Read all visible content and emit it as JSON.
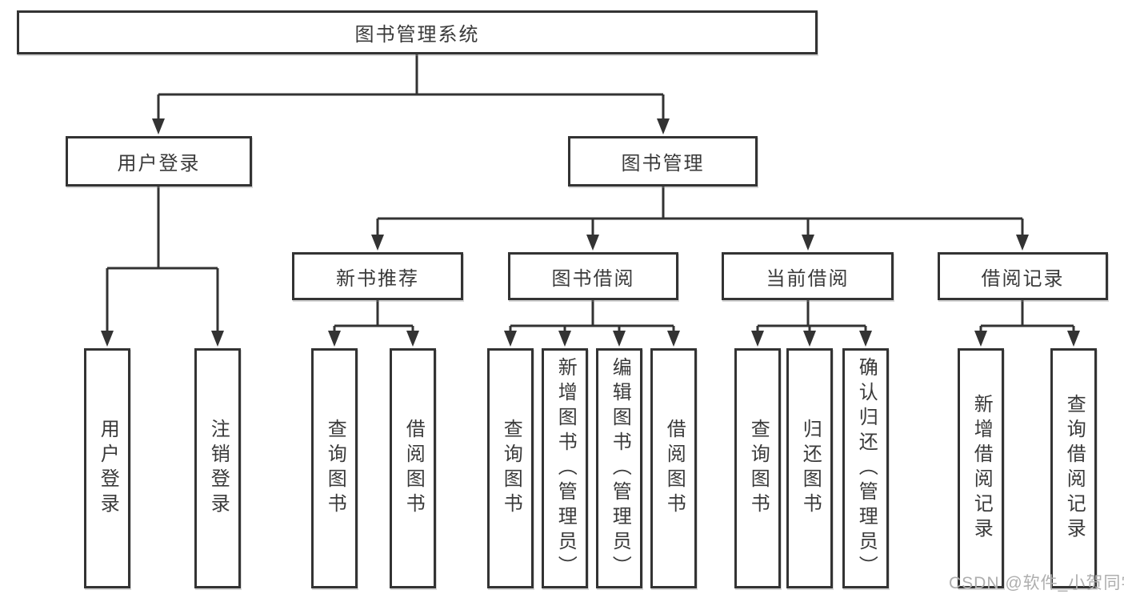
{
  "diagram": {
    "type": "tree",
    "orientation": "top-down",
    "tree": {
      "label": "图书管理系统",
      "children": [
        {
          "label": "用户登录",
          "children": [
            {
              "label": "用户登录"
            },
            {
              "label": "注销登录"
            }
          ]
        },
        {
          "label": "图书管理",
          "children": [
            {
              "label": "新书推荐",
              "children": [
                {
                  "label": "查询图书"
                },
                {
                  "label": "借阅图书"
                }
              ]
            },
            {
              "label": "图书借阅",
              "children": [
                {
                  "label": "查询图书"
                },
                {
                  "label": "新增图书（管理员）"
                },
                {
                  "label": "编辑图书（管理员）"
                },
                {
                  "label": "借阅图书"
                }
              ]
            },
            {
              "label": "当前借阅",
              "children": [
                {
                  "label": "查询图书"
                },
                {
                  "label": "归还图书"
                },
                {
                  "label": "确认归还（管理员）"
                }
              ]
            },
            {
              "label": "借阅记录",
              "children": [
                {
                  "label": "新增借阅记录"
                },
                {
                  "label": "查询借阅记录"
                }
              ]
            }
          ]
        }
      ]
    },
    "watermark": "CSDN @软件_小贺同学",
    "colors": {
      "line": "#333333",
      "border": "#333333",
      "text": "#3a3a3a",
      "background": "#ffffff",
      "watermark": "#aeaeae"
    }
  }
}
